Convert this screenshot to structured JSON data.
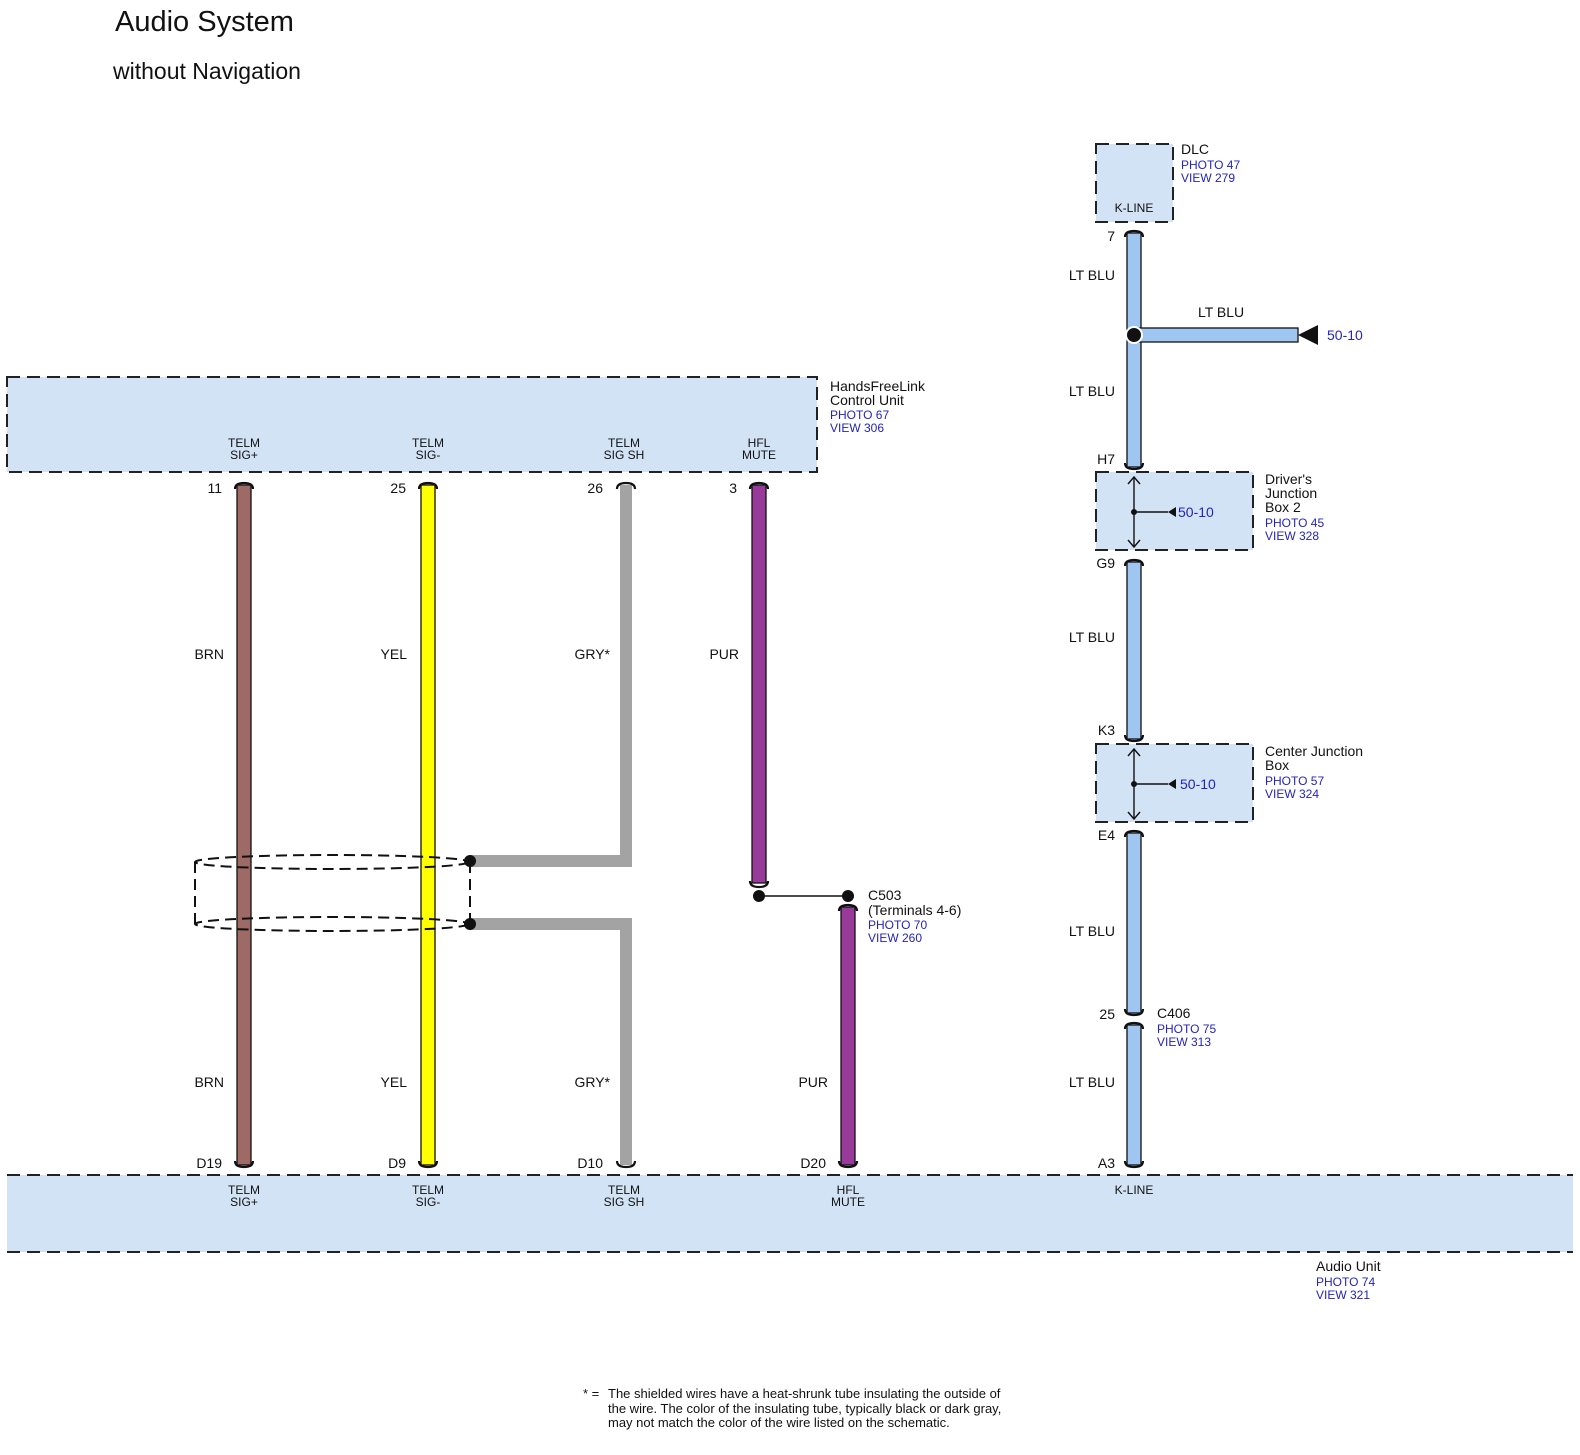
{
  "title": "Audio System",
  "subtitle": "without Navigation",
  "hfl_unit": {
    "name1": "HandsFreeLink",
    "name2": "Control Unit",
    "photo": "PHOTO 67",
    "view": "VIEW 306"
  },
  "audio_unit": {
    "name": "Audio Unit",
    "photo": "PHOTO 74",
    "view": "VIEW 321"
  },
  "dlc": {
    "name": "DLC",
    "photo": "PHOTO 47",
    "view": "VIEW 279",
    "terminal": "K-LINE",
    "pin": "7"
  },
  "djb2": {
    "name1": "Driver's",
    "name2": "Junction",
    "name3": "Box 2",
    "photo": "PHOTO 45",
    "view": "VIEW 328",
    "pin_top": "H7",
    "pin_bottom": "G9",
    "ref": "50-10"
  },
  "cjb": {
    "name1": "Center Junction",
    "name2": "Box",
    "photo": "PHOTO 57",
    "view": "VIEW 324",
    "pin_top": "K3",
    "pin_bottom": "E4",
    "ref": "50-10"
  },
  "c503": {
    "name": "C503",
    "terminals": "(Terminals 4-6)",
    "photo": "PHOTO 70",
    "view": "VIEW 260"
  },
  "c406": {
    "name": "C406",
    "photo": "PHOTO 75",
    "view": "VIEW 313",
    "pin": "25"
  },
  "splice": {
    "label": "LT BLU",
    "ref": "50-10"
  },
  "wires": [
    {
      "top_t1": "TELM",
      "top_t2": "SIG+",
      "top_pin": "11",
      "color_top": "BRN",
      "color_bottom": "BRN",
      "bottom_pin": "D19",
      "bot_t1": "TELM",
      "bot_t2": "SIG+",
      "hex": "#9e6a66"
    },
    {
      "top_t1": "TELM",
      "top_t2": "SIG-",
      "top_pin": "25",
      "color_top": "YEL",
      "color_bottom": "YEL",
      "bottom_pin": "D9",
      "bot_t1": "TELM",
      "bot_t2": "SIG-",
      "hex": "#ffff00"
    },
    {
      "top_t1": "TELM",
      "top_t2": "SIG SH",
      "top_pin": "26",
      "color_top": "GRY*",
      "color_bottom": "GRY*",
      "bottom_pin": "D10",
      "bot_t1": "TELM",
      "bot_t2": "SIG SH",
      "hex": "#a3a3a3"
    },
    {
      "top_t1": "HFL",
      "top_t2": "MUTE",
      "top_pin": "3",
      "color_top": "PUR",
      "color_bottom": "PUR",
      "bottom_pin": "D20",
      "bot_t1": "HFL",
      "bot_t2": "MUTE",
      "hex": "#973a9a"
    }
  ],
  "kline": {
    "bot_t1": "K-LINE",
    "bottom_pin": "A3",
    "hex": "#9ec6f0",
    "seg1": "LT BLU",
    "seg2": "LT BLU",
    "seg3": "LT BLU",
    "seg4": "LT BLU",
    "seg5": "LT BLU"
  },
  "footnote": {
    "mark": "* =",
    "text": "The shielded wires have a heat-shrunk tube insulating the outside of the wire. The color of the insulating tube, typically black or dark gray, may not match the color of the wire listed on the schematic."
  },
  "colors": {
    "component_fill": "#d2e3f5",
    "reference_text": "#2424b8",
    "lt_blu": "#9ec6f0"
  }
}
